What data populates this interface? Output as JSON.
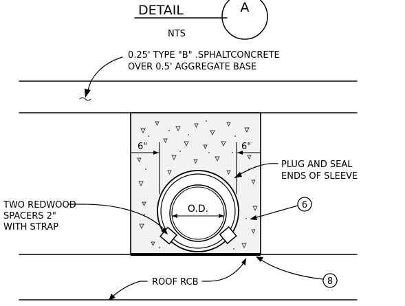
{
  "detail": {
    "title": "DETAIL",
    "letter": "A",
    "scale": "NTS"
  },
  "callouts": {
    "pavement_line1": "0.25' TYPE \"B\" .SPHALTCONCRETE",
    "pavement_line2": "OVER 0.5' AGGREGATE BASE",
    "plug_line1": "PLUG AND SEAL",
    "plug_line2": "ENDS OF SLEEVE",
    "spacers_line1": "TWO REDWOOD",
    "spacers_line2": "SPACERS 2\"",
    "spacers_line3": "WITH STRAP",
    "roof": "ROOF RCB",
    "clearance_left": "6\"",
    "clearance_right": "6\"",
    "pipe_od": "O.D.",
    "note_6": "6",
    "note_8": "8"
  }
}
